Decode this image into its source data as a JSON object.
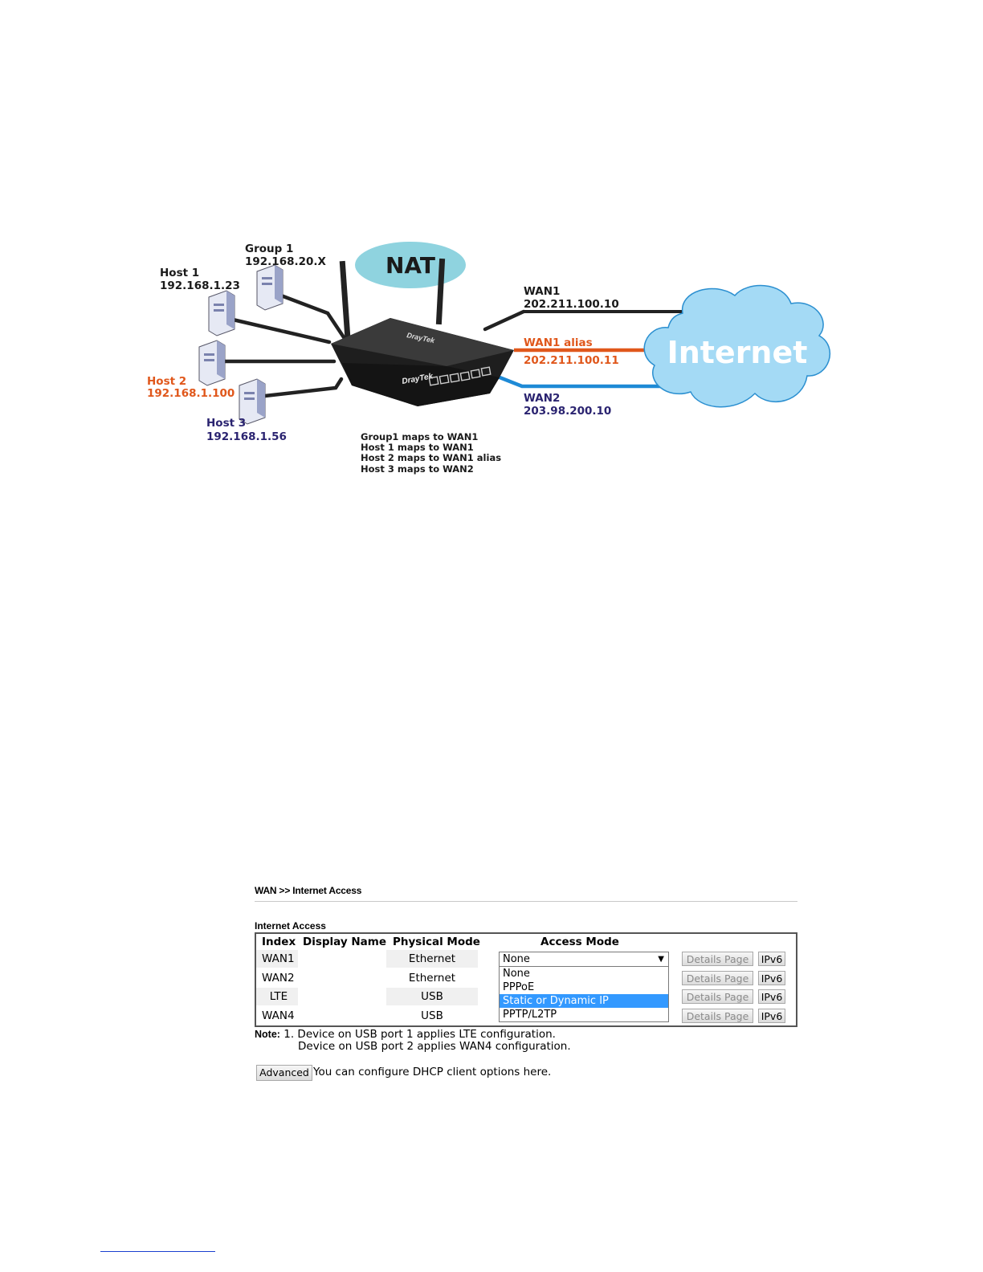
{
  "diagram": {
    "nat": "NAT",
    "internet": "Internet",
    "group1": {
      "name": "Group 1",
      "ip": "192.168.20.X"
    },
    "host1": {
      "name": "Host 1",
      "ip": "192.168.1.23"
    },
    "host2": {
      "name": "Host 2",
      "ip": "192.168.1.100"
    },
    "host3": {
      "name": "Host 3",
      "ip": "192.168.1.56"
    },
    "wan1": {
      "name": "WAN1",
      "ip": "202.211.100.10"
    },
    "wan1alias": {
      "name": "WAN1 alias",
      "ip": "202.211.100.11"
    },
    "wan2": {
      "name": "WAN2",
      "ip": "203.98.200.10"
    },
    "router_brand": "DrayTek",
    "mappings": [
      "Group1 maps to WAN1",
      "Host 1 maps to WAN1",
      "Host 2 maps to WAN1 alias",
      "Host 3 maps to WAN2"
    ],
    "colors": {
      "orange": "#e0571b",
      "navy": "#2a2370",
      "blue": "#1e8ad6",
      "cloud": "#9fd8f5",
      "nat": "#8fd3df"
    }
  },
  "ui": {
    "breadcrumb": "WAN >> Internet Access",
    "section": "Internet Access",
    "headers": {
      "index": "Index",
      "display": "Display Name",
      "physical": "Physical Mode",
      "access": "Access Mode"
    },
    "rows": [
      {
        "index": "WAN1",
        "physical": "Ethernet"
      },
      {
        "index": "WAN2",
        "physical": "Ethernet"
      },
      {
        "index": "LTE",
        "physical": "USB"
      },
      {
        "index": "WAN4",
        "physical": "USB"
      }
    ],
    "select_value": "None",
    "options": [
      "None",
      "PPPoE",
      "Static or Dynamic IP",
      "PPTP/L2TP"
    ],
    "details_label": "Details Page",
    "ipv6_label": "IPv6",
    "note_label": "Note:",
    "note1": "1. Device on USB port 1 applies LTE configuration.",
    "note2": "Device on USB port 2 applies WAN4 configuration.",
    "advanced_label": "Advanced",
    "advanced_text": "You can configure DHCP client options here."
  }
}
